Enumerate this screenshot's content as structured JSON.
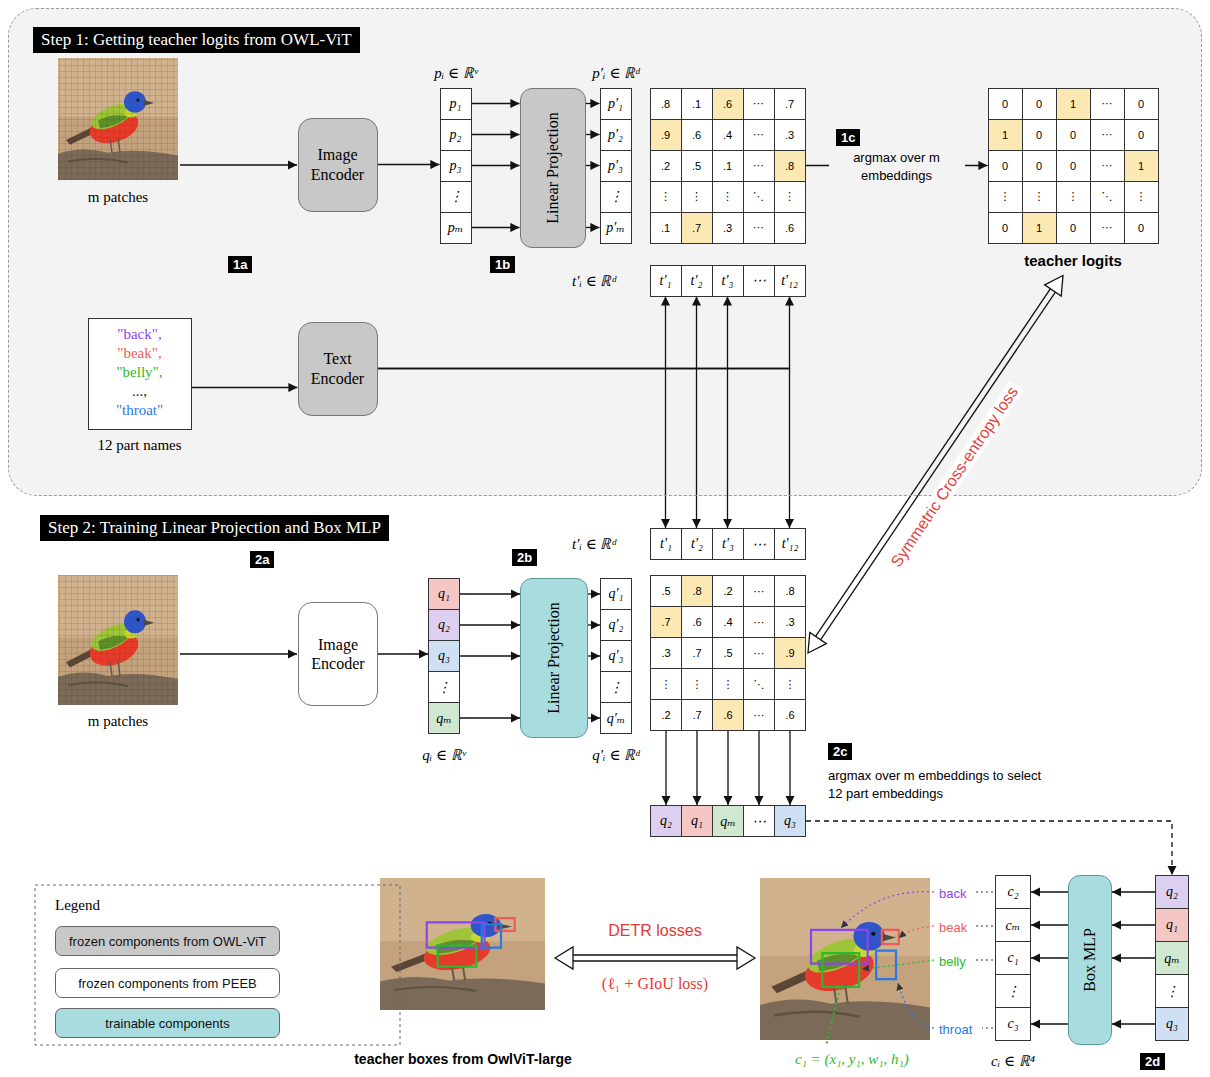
{
  "diagram": {
    "nodes": [
      {
        "text": [
          "Step 1: Getting teacher logits from OWL-ViT"
        ]
      },
      {
        "text": [
          "Image Encoder"
        ],
        "in": 0
      },
      {
        "text": [
          "p₁",
          "p₂",
          "p₃",
          "⋮",
          "pₘ"
        ],
        "in": 0
      },
      {
        "text": [
          "Linear Projection"
        ],
        "in": 0
      },
      {
        "text": [
          "p′₁",
          "p′₂",
          "p′₃",
          "⋮",
          "p′ₘ"
        ],
        "in": 0
      },
      {
        "text": [
          ".8",
          ".1",
          ".6",
          "⋯",
          ".7",
          ".9",
          ".6",
          ".4",
          "⋯",
          ".3",
          ".2",
          ".5",
          ".1",
          "⋯",
          ".8",
          "⋮",
          "⋮",
          "⋮",
          "⋱",
          "⋮",
          ".1",
          ".7",
          ".3",
          "⋯",
          ".6"
        ],
        "in": 0
      },
      {
        "text": [
          "0",
          "0",
          "1",
          "⋯",
          "0",
          "1",
          "0",
          "0",
          "⋯",
          "0",
          "0",
          "0",
          "0",
          "⋯",
          "1",
          "⋮",
          "⋮",
          "⋮",
          "⋱",
          "⋮",
          "0",
          "1",
          "0",
          "⋯",
          "0",
          "teacher logits"
        ],
        "in": 0
      },
      {
        "text": [
          "t′₁",
          "t′₂",
          "t′₃",
          "⋯",
          "t′₁₂"
        ],
        "in": 0
      },
      {
        "text": [
          "\"back\",",
          "\"beak\",",
          "\"belly\",",
          "...,",
          "\"throat\"",
          "12 part names"
        ],
        "in": 0
      },
      {
        "text": [
          "Text Encoder"
        ],
        "in": 0
      },
      {
        "text": [
          "Step 2: Training Linear Projection and Box MLP"
        ]
      },
      {
        "text": [
          "Image Encoder"
        ]
      },
      {
        "text": [
          "q₁",
          "q₂",
          "q₃",
          "⋮",
          "qₘ"
        ]
      },
      {
        "text": [
          "Linear Projection"
        ]
      },
      {
        "text": [
          "q′₁",
          "q′₂",
          "q′₃",
          "⋮",
          "q′ₘ"
        ]
      },
      {
        "text": [
          "t′₁",
          "t′₂",
          "t′₃",
          "⋯",
          "t′₁₂"
        ]
      },
      {
        "text": [
          ".5",
          ".8",
          ".2",
          "⋯",
          ".8",
          ".7",
          ".6",
          ".4",
          "⋯",
          ".3",
          ".3",
          ".7",
          ".5",
          "⋯",
          ".9",
          "⋮",
          "⋮",
          "⋮",
          "⋱",
          "⋮",
          ".2",
          ".7",
          ".6",
          "⋯",
          ".6"
        ]
      },
      {
        "text": [
          "q₂",
          "q₁",
          "qₘ",
          "⋯",
          "q₃"
        ]
      },
      {
        "text": [
          "c₂",
          "cₘ",
          "c₁",
          "⋮",
          "c₃"
        ]
      },
      {
        "text": [
          "Box MLP"
        ]
      },
      {
        "text": [
          "q₂",
          "q₁",
          "qₘ",
          "⋮",
          "q₃"
        ]
      }
    ],
    "edges": [
      {
        "from": 1,
        "to": 2,
        "arrow": "to"
      },
      {
        "from": 2,
        "to": 3,
        "arrow": "to"
      },
      {
        "from": 3,
        "to": 4,
        "arrow": "to"
      },
      {
        "from": 8,
        "to": 9,
        "arrow": "to"
      },
      {
        "from": 9,
        "to": 7,
        "arrow": "to"
      },
      {
        "from": 9,
        "to": 15,
        "arrow": "to"
      },
      {
        "from": 7,
        "to": 15,
        "arrow": "both"
      },
      {
        "from": 5,
        "to": 6,
        "label": "argmax over m embeddings",
        "arrow": "to"
      },
      {
        "from": 6,
        "to": 16,
        "label": "Symmetric Cross-entropy loss",
        "arrow": "both"
      },
      {
        "from": 11,
        "to": 12,
        "arrow": "to"
      },
      {
        "from": 12,
        "to": 13,
        "arrow": "to"
      },
      {
        "from": 13,
        "to": 14,
        "arrow": "to"
      },
      {
        "from": 16,
        "to": 17,
        "arrow": "to"
      },
      {
        "from": 17,
        "to": 20,
        "arrow": "to"
      },
      {
        "from": 20,
        "to": 19,
        "arrow": "to"
      },
      {
        "from": 19,
        "to": 18,
        "arrow": "to"
      }
    ],
    "labels": [
      "1a",
      "1b",
      "1c",
      "2a",
      "2b",
      "2c",
      "2d",
      "m patches",
      "m patches",
      "pᵢ ∈ ℝᵛ",
      "p′ᵢ ∈ ℝᵈ",
      "t′ᵢ ∈ ℝᵈ",
      "t′ᵢ ∈ ℝᵈ",
      "qᵢ ∈ ℝᵛ",
      "q′ᵢ ∈ ℝᵈ",
      "argmax over m embeddings to select 12 part embeddings",
      "teacher boxes from OwlViT-large",
      "DETR losses",
      "(ℓ₁ + GIoU loss)",
      "back",
      "beak",
      "belly",
      "throat",
      "c₁ = (x₁, y₁, w₁, h₁)",
      "cᵢ ∈ ℝ⁴",
      "Legend"
    ],
    "legend": [
      {
        "text": "frozen components from OWL-ViT",
        "color": "#c8c8c8"
      },
      {
        "text": "frozen components from PEEB",
        "color": "#ffffff"
      },
      {
        "text": "trainable components",
        "color": "#a8dcdf"
      }
    ]
  }
}
